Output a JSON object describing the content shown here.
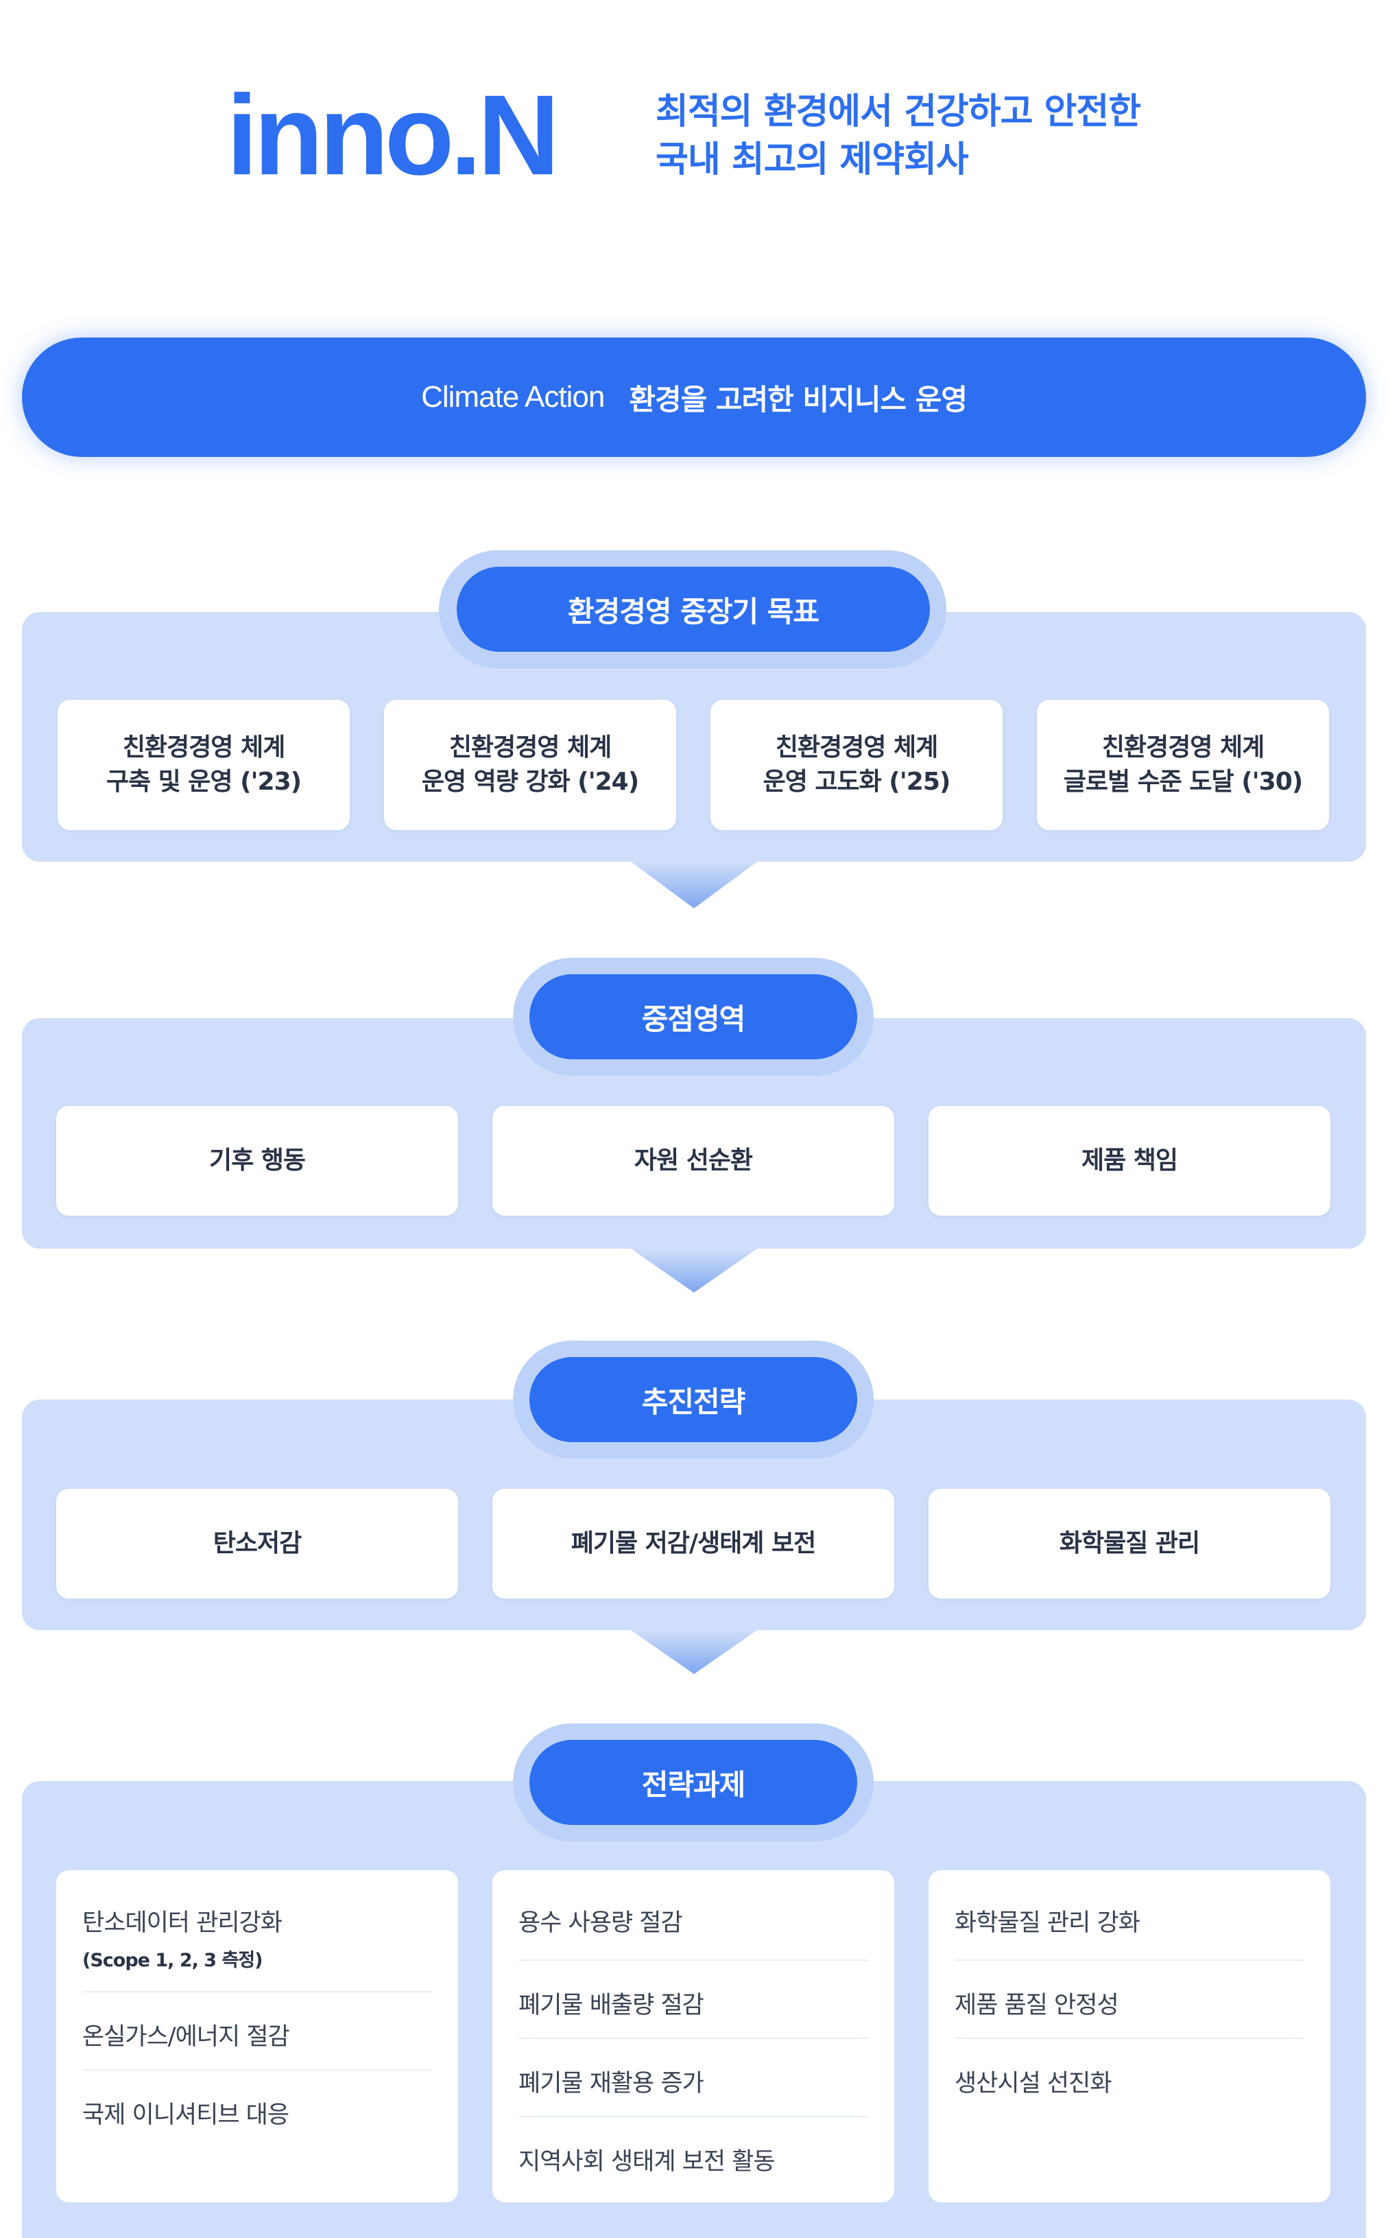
{
  "brand": {
    "logo_text": "inno.N",
    "tagline_line1": "최적의 환경에서 건강하고 안전한",
    "tagline_line2": "국내 최고의 제약회사",
    "accent_color": "#2d6ff0"
  },
  "climate": {
    "label_en": "Climate Action",
    "label_ko": "환경을 고려한 비지니스 운영"
  },
  "goals": {
    "title": "환경경영 중장기 목표",
    "items": [
      {
        "line1": "친환경경영 체계",
        "line2": "구축 및 운영 ('23)"
      },
      {
        "line1": "친환경경영 체계",
        "line2": "운영 역량 강화 ('24)"
      },
      {
        "line1": "친환경경영 체계",
        "line2": "운영 고도화 ('25)"
      },
      {
        "line1": "친환경경영 체계",
        "line2": "글로벌 수준 도달 ('30)"
      }
    ]
  },
  "focus": {
    "title": "중점영역",
    "items": [
      "기후 행동",
      "자원 선순환",
      "제품 책임"
    ]
  },
  "strategy": {
    "title": "추진전략",
    "items": [
      "탄소저감",
      "폐기물 저감/생태계 보전",
      "화학물질 관리"
    ]
  },
  "tasks": {
    "title": "전략과제",
    "columns": [
      {
        "items": [
          "탄소데이터 관리강화",
          "온실가스/에너지 절감",
          "국제 이니셔티브 대응"
        ],
        "sub": "(Scope 1, 2, 3 측정)"
      },
      {
        "items": [
          "용수 사용량 절감",
          "폐기물 배출량 절감",
          "폐기물 재활용 증가",
          "지역사회 생태계 보전 활동"
        ]
      },
      {
        "items": [
          "화학물질 관리 강화",
          "제품 품질 안정성",
          "생산시설 선진화"
        ]
      }
    ]
  }
}
